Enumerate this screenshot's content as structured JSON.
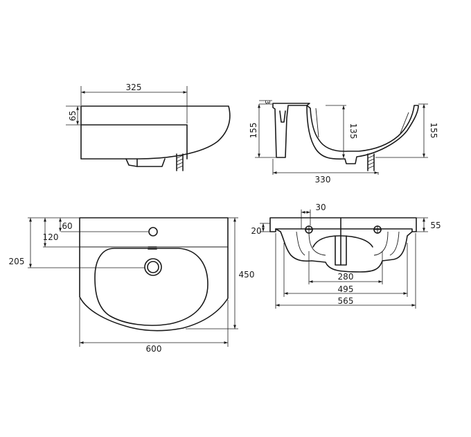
{
  "side_view": {
    "width_label": "325",
    "rim_label": "65"
  },
  "section_view": {
    "small_label": "3",
    "height_left_label": "155",
    "bowl_depth_label": "135",
    "height_right_label": "155",
    "depth_label": "330"
  },
  "top_view": {
    "tap_offset_label": "60",
    "rim_offset_label": "120",
    "drain_offset_label": "205",
    "depth_label": "450",
    "width_label": "600"
  },
  "back_view": {
    "hole_spacing_label": "30",
    "hole_height_label": "20",
    "rim_height_label": "55",
    "inner_width_label": "280",
    "bowl_width_label": "495",
    "overall_width_label": "565"
  }
}
